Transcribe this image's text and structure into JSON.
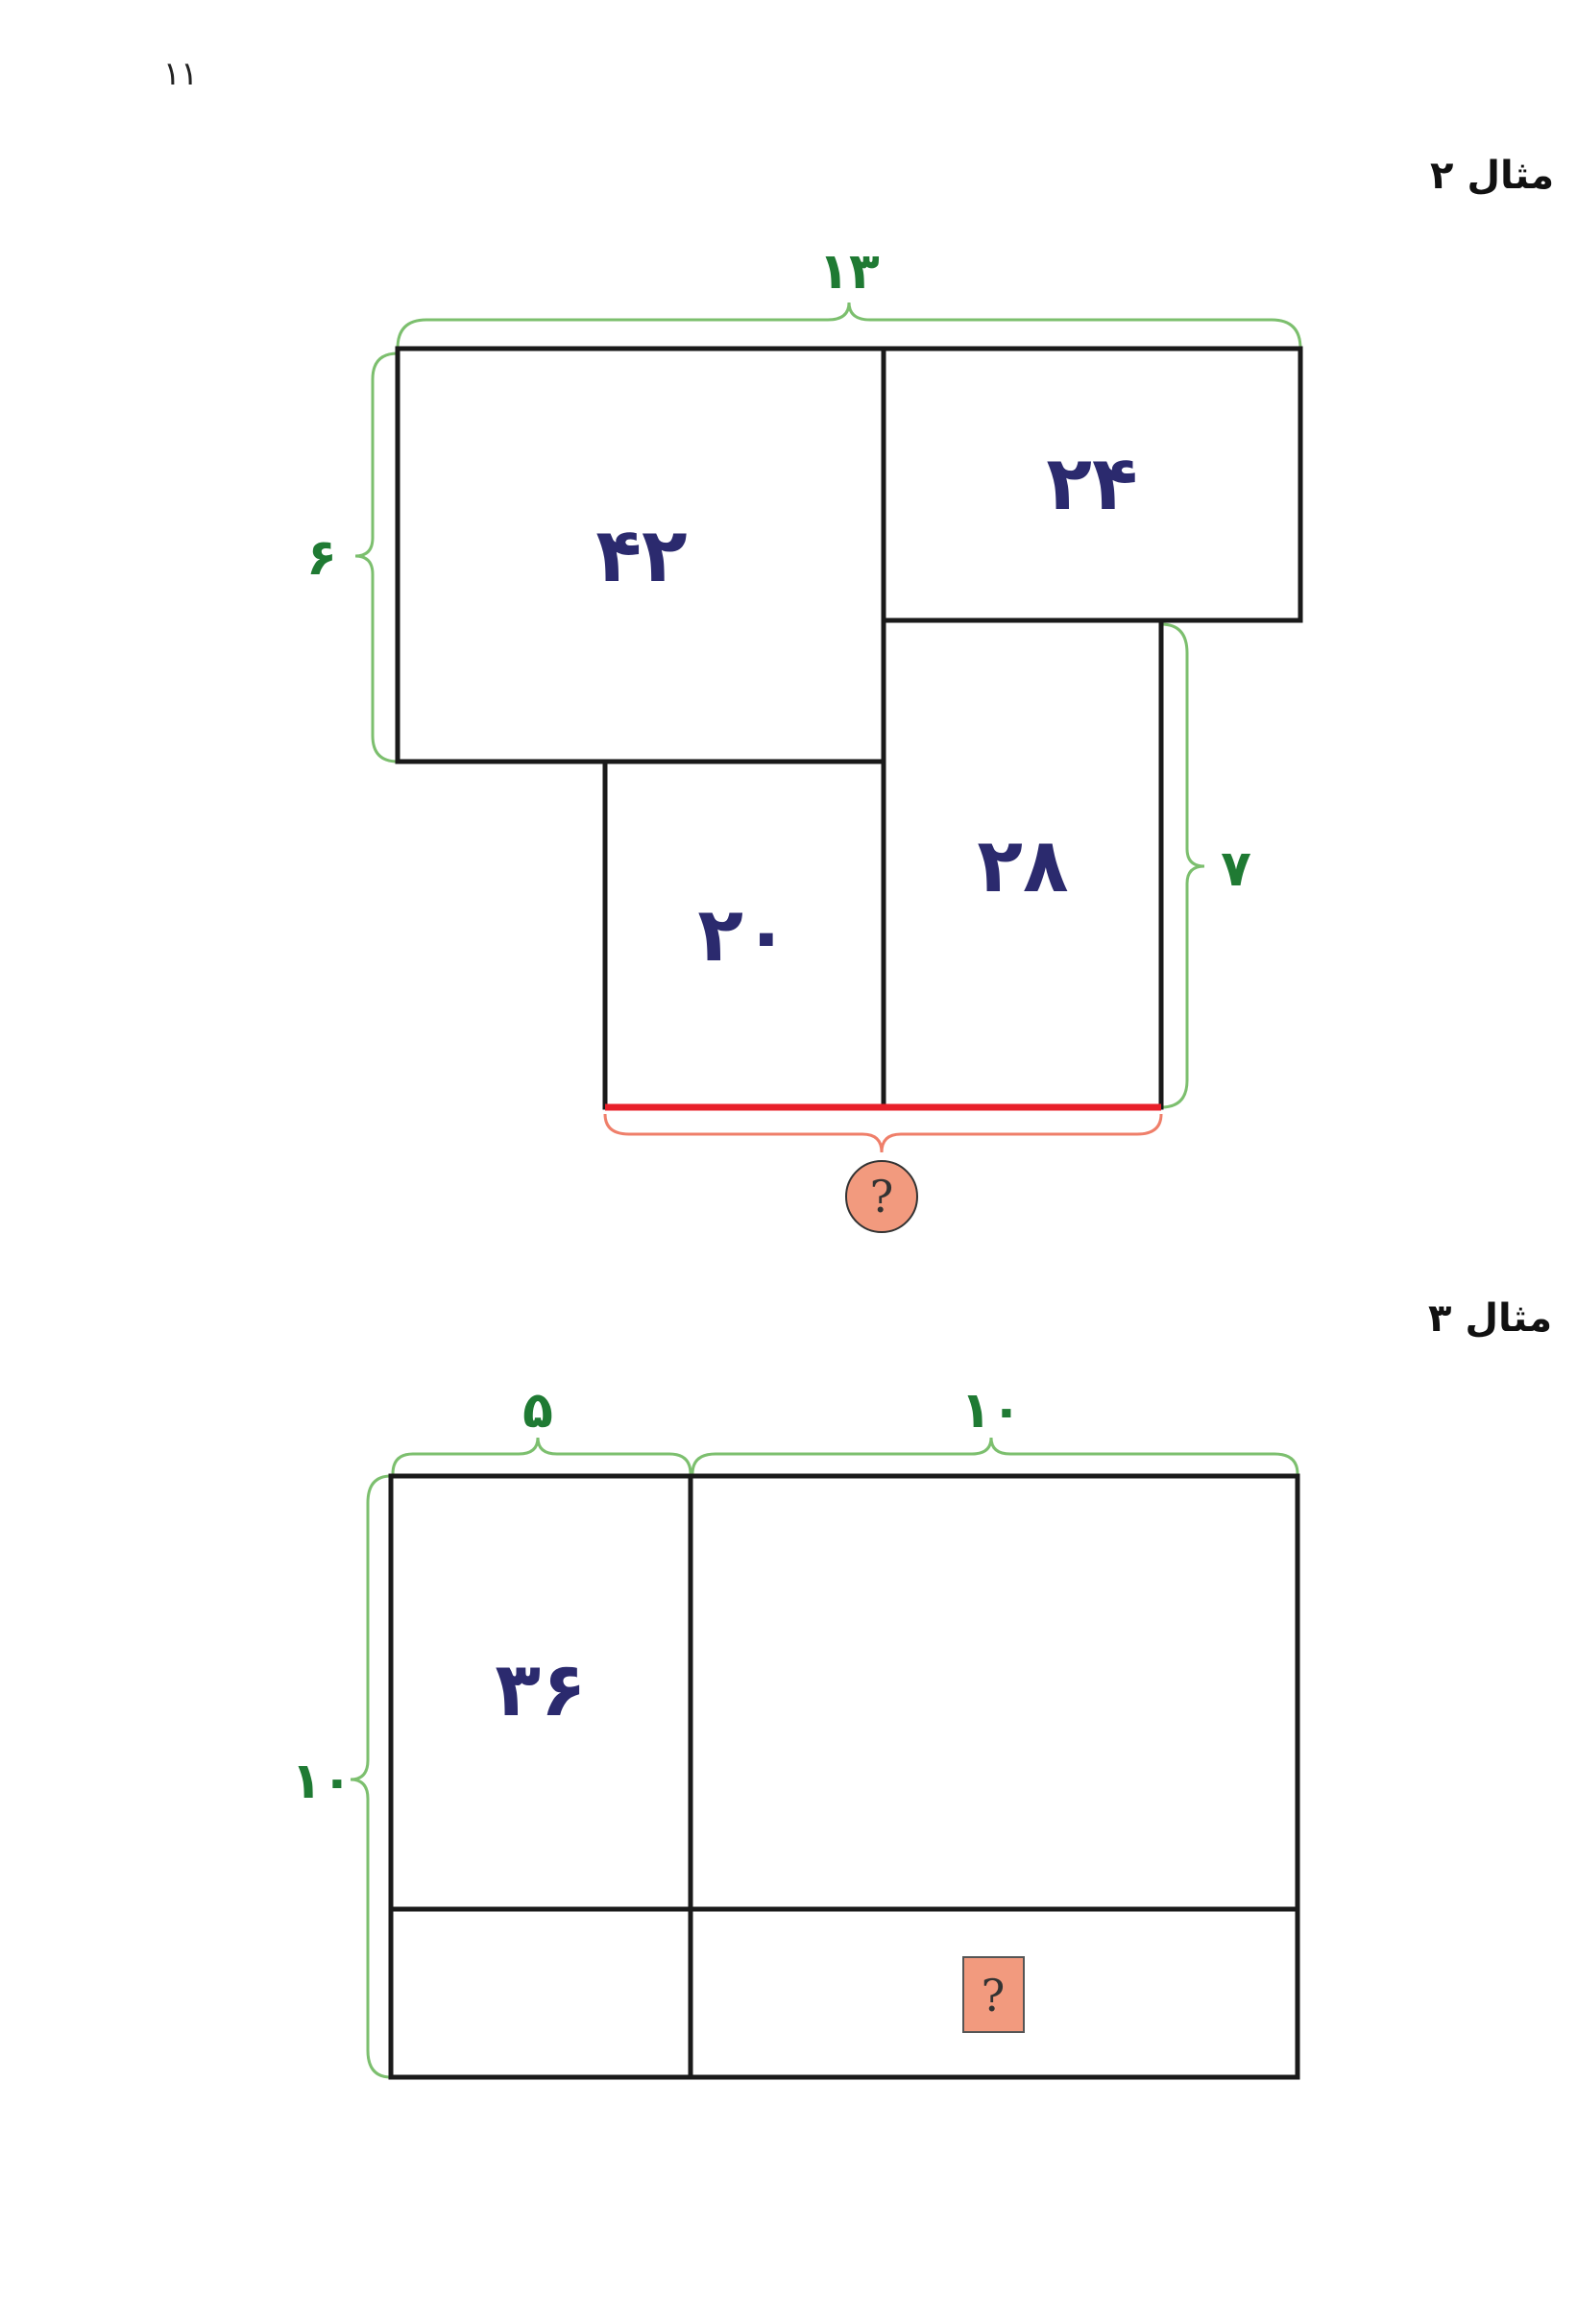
{
  "page_number": "۱۱",
  "example2": {
    "title": "مثال ۲",
    "areas": {
      "top_left": "۴۲",
      "top_right": "۲۴",
      "bottom_left": "۲۰",
      "bottom_right": "۲۸"
    },
    "dimensions": {
      "top": "۱۳",
      "left": "۶",
      "right": "۷"
    },
    "unknown": "?",
    "colors": {
      "area": "#2b2a6e",
      "dimension": "#1f7a33",
      "highlight": "#e8202a",
      "unknown_fill": "#f29a7e"
    }
  },
  "example3": {
    "title": "مثال ۳",
    "areas": {
      "top_left": "۳۶"
    },
    "dimensions": {
      "top_left": "۵",
      "top_right": "۱۰",
      "left": "۱۰"
    },
    "unknown": "?"
  }
}
